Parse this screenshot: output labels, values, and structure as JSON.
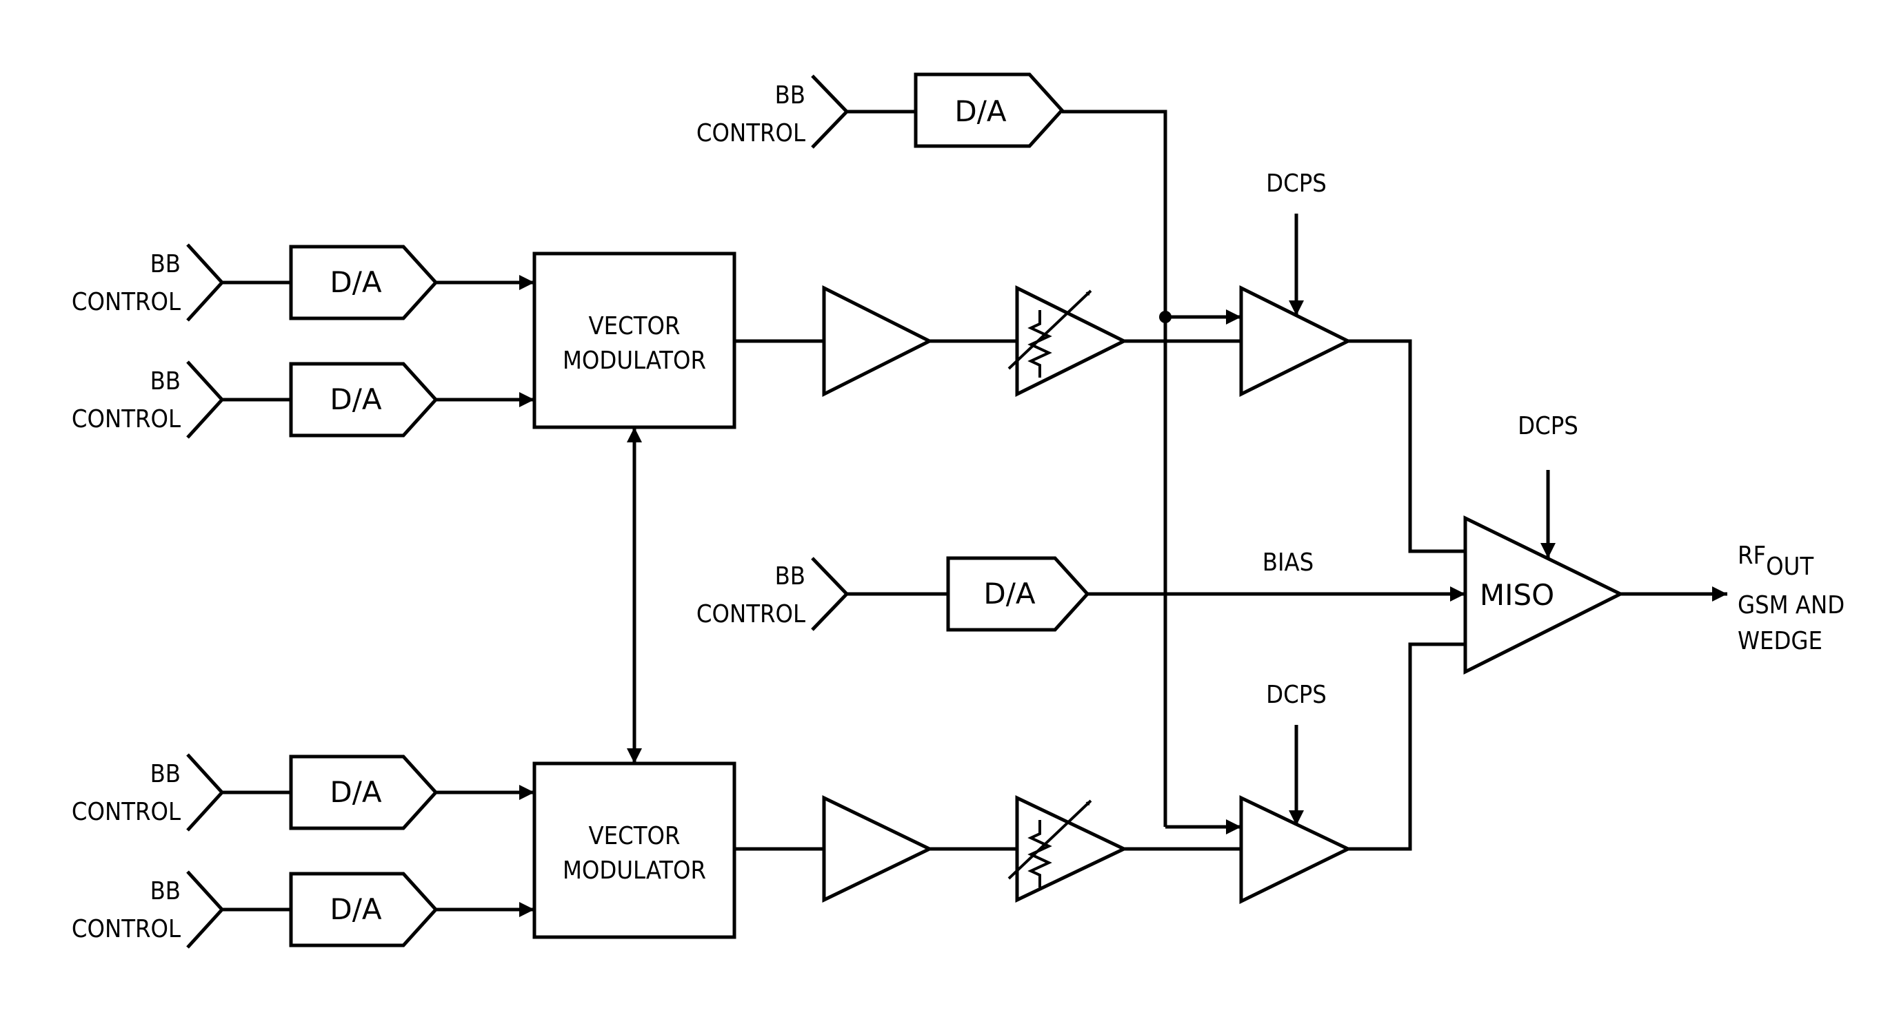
{
  "diagram": {
    "labels": {
      "bb": "BB",
      "control": "CONTROL",
      "da": "D/A",
      "vector": "VECTOR",
      "modulator": "MODULATOR",
      "dcps": "DCPS",
      "bias": "BIAS",
      "miso": "MISO",
      "rf": "RF",
      "out_sub": "OUT",
      "gsm_and": "GSM AND",
      "wedge": "WEDGE"
    }
  }
}
